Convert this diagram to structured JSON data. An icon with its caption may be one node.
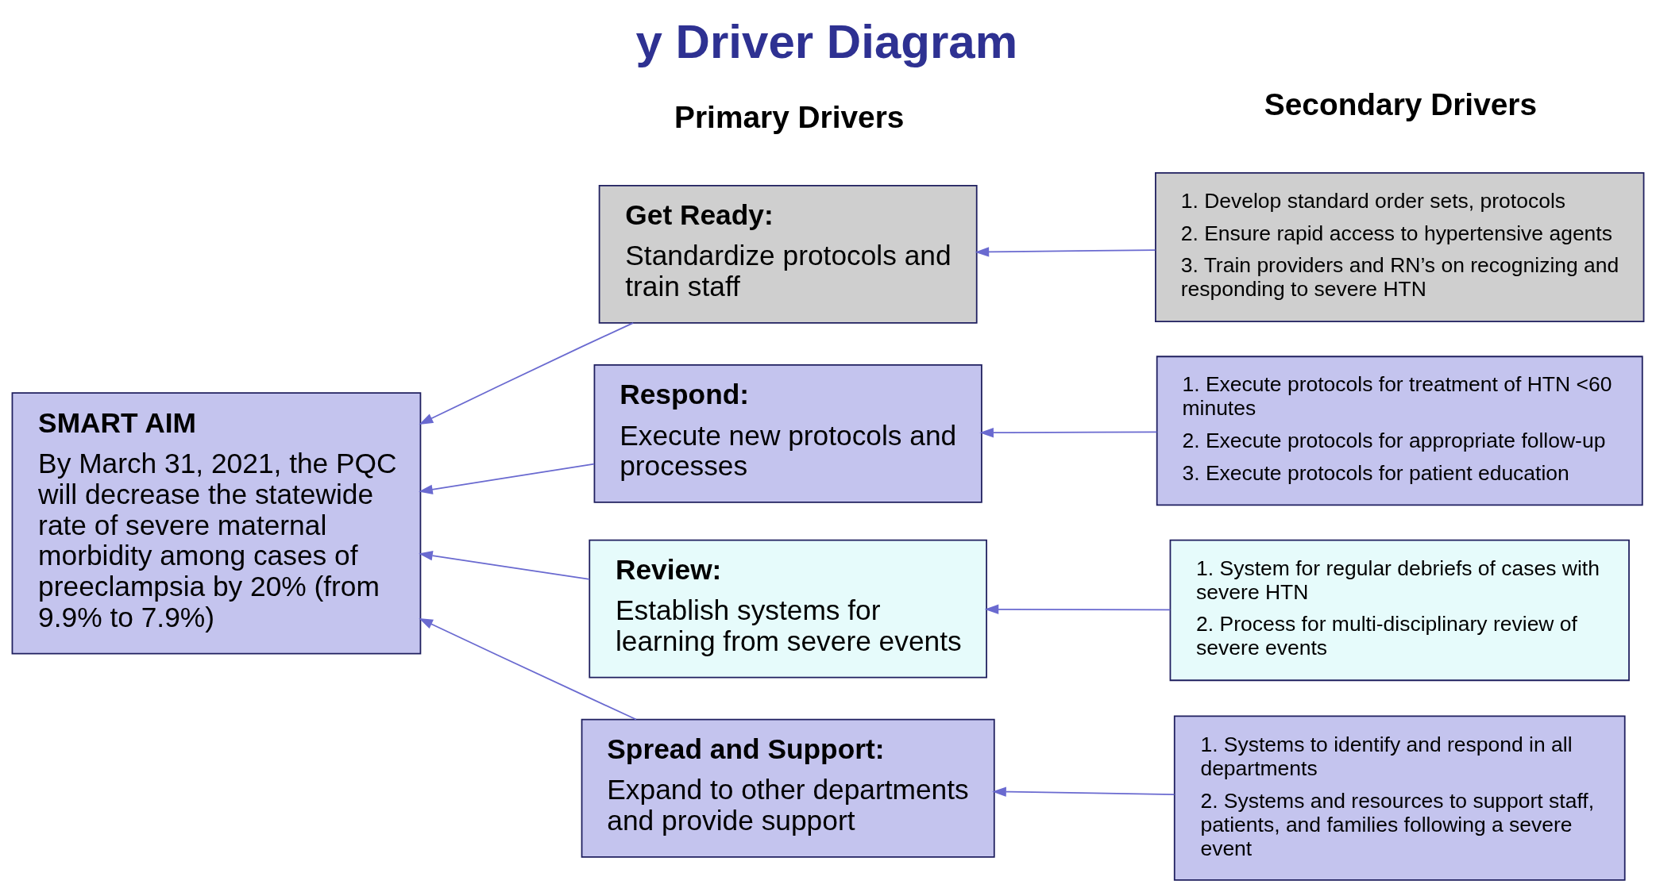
{
  "diagram": {
    "title": "y Driver Diagram",
    "nodes": [
      {
        "text": [
          "SMART AIM",
          "By March 31, 2021, the PQC will decrease the statewide rate of severe maternal morbidity among cases of preeclampsia by 20% (from 9.9% to 7.9%)"
        ]
      },
      {
        "text": [
          "Get Ready:",
          "Standardize protocols and train staff"
        ]
      },
      {
        "text": [
          "Respond:",
          "Execute new protocols and processes"
        ]
      },
      {
        "text": [
          "Review:",
          "Establish systems for learning from severe events"
        ]
      },
      {
        "text": [
          "Spread and Support:",
          "Expand to other departments and provide support"
        ]
      },
      {
        "text": [
          "1. Develop standard order sets, protocols",
          "2. Ensure rapid access to hypertensive agents",
          "3. Train providers and RN’s on recognizing and responding to severe HTN"
        ]
      },
      {
        "text": [
          "1. Execute protocols for treatment of HTN <60 minutes",
          "2. Execute protocols for appropriate follow-up",
          "3. Execute protocols for patient education"
        ]
      },
      {
        "text": [
          "1. System for regular debriefs of cases with severe HTN",
          "2. Process for multi-disciplinary review of severe events"
        ]
      },
      {
        "text": [
          "1. Systems to identify and respond in all departments",
          "2. Systems and resources to support staff, patients, and families following a severe event"
        ]
      }
    ],
    "edges": [
      {
        "from": 1,
        "to": 0,
        "arrow": "to"
      },
      {
        "from": 2,
        "to": 0,
        "arrow": "to"
      },
      {
        "from": 3,
        "to": 0,
        "arrow": "to"
      },
      {
        "from": 4,
        "to": 0,
        "arrow": "to"
      },
      {
        "from": 5,
        "to": 1,
        "arrow": "to"
      },
      {
        "from": 6,
        "to": 2,
        "arrow": "to"
      },
      {
        "from": 7,
        "to": 3,
        "arrow": "to"
      },
      {
        "from": 8,
        "to": 4,
        "arrow": "to"
      }
    ],
    "labels": [
      "Primary Drivers",
      "Secondary Drivers"
    ]
  }
}
